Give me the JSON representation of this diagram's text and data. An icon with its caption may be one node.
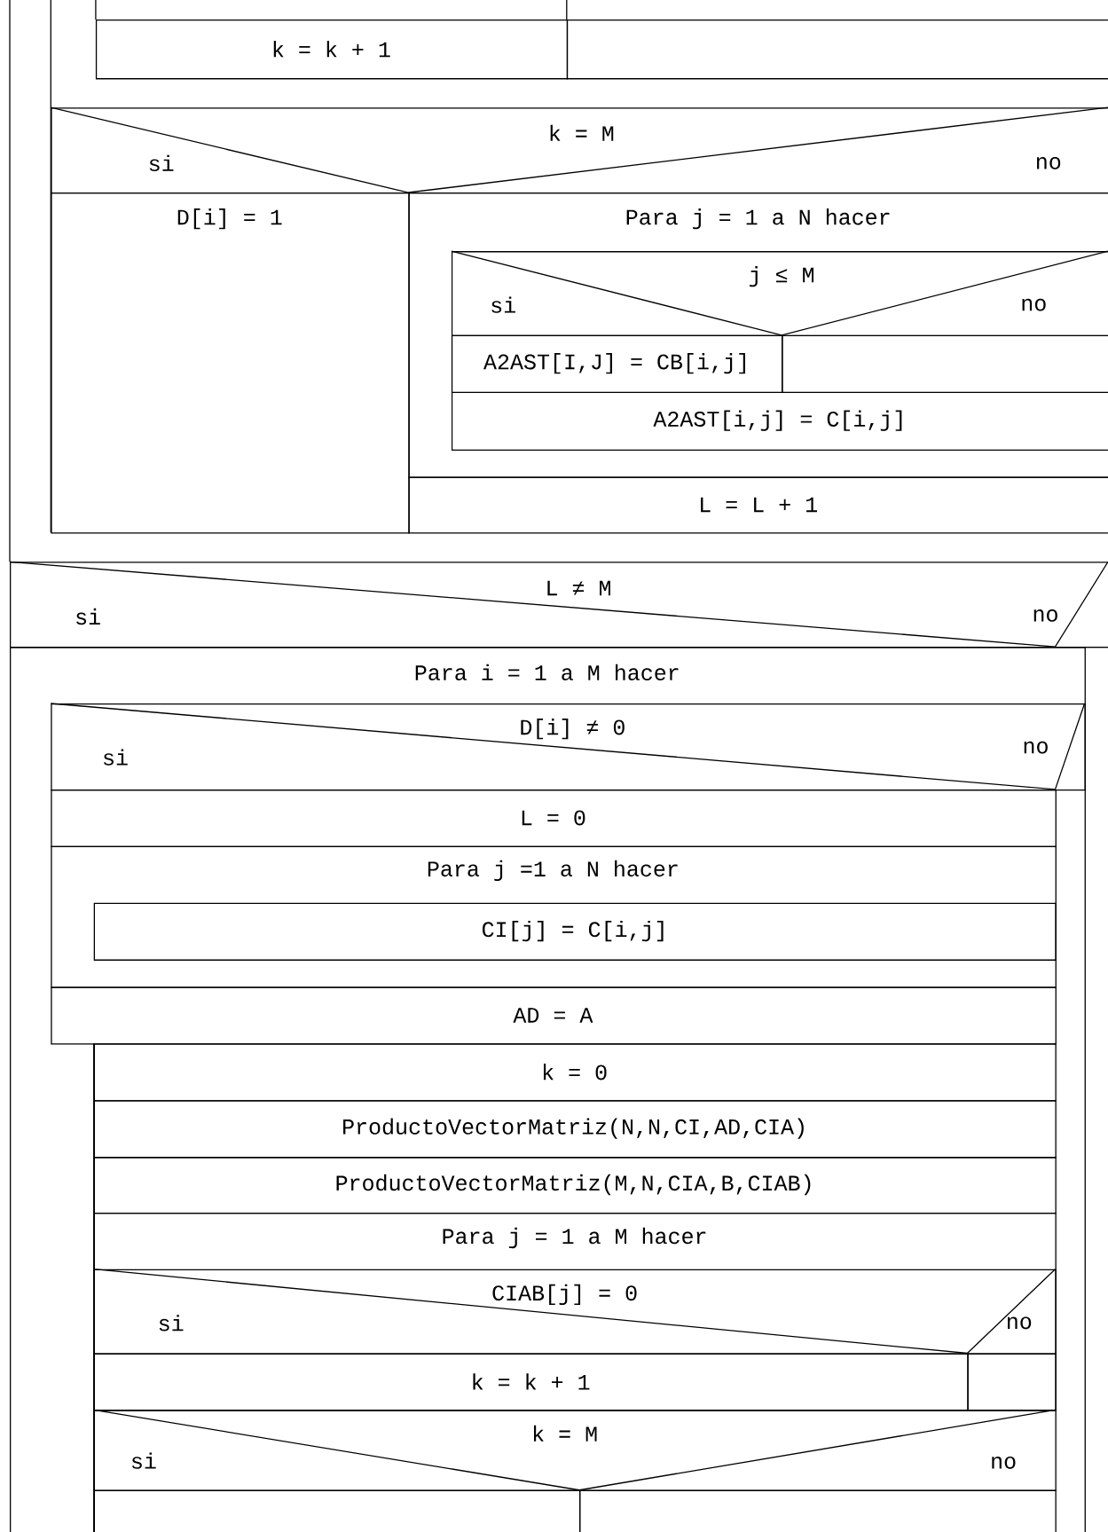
{
  "diagram": {
    "nodes": [
      {
        "text": [
          "k = k + 1"
        ]
      },
      {
        "text": [],
        "shape": "box"
      },
      {
        "text": [
          "k = M",
          "si",
          "no"
        ]
      },
      {
        "text": [
          "D[i] = 1"
        ]
      },
      {
        "text": [
          "Para j = 1 a N hacer"
        ]
      },
      {
        "text": [
          "j ≤ M",
          "si",
          "no"
        ],
        "in": 4
      },
      {
        "text": [
          "A2AST[I,J] = CB[i,j]"
        ],
        "in": 4
      },
      {
        "text": [],
        "shape": "box",
        "in": 4
      },
      {
        "text": [
          "A2AST[i,j] = C[i,j]"
        ],
        "in": 4
      },
      {
        "text": [
          "L = L + 1"
        ]
      },
      {
        "text": [
          "L ≠ M",
          "si",
          "no"
        ]
      },
      {
        "text": [
          "Para i = 1 a M hacer"
        ]
      },
      {
        "text": [
          "D[i] ≠ 0",
          "si",
          "no"
        ],
        "in": 11
      },
      {
        "text": [
          "L = 0"
        ],
        "in": 11
      },
      {
        "text": [
          "Para j =1 a N hacer"
        ],
        "in": 11
      },
      {
        "text": [
          "CI[j] = C[i,j]"
        ],
        "in": 14
      },
      {
        "text": [
          "AD = A"
        ],
        "in": 11
      },
      {
        "text": [
          "k = 0"
        ],
        "in": 11
      },
      {
        "text": [
          "ProductoVectorMatriz(N,N,CI,AD,CIA)"
        ],
        "in": 11
      },
      {
        "text": [
          "ProductoVectorMatriz(M,N,CIA,B,CIAB)"
        ],
        "in": 11
      },
      {
        "text": [
          "Para j = 1 a M hacer"
        ],
        "in": 11
      },
      {
        "text": [
          "CIAB[j] = 0",
          "si",
          "no"
        ],
        "in": 20
      },
      {
        "text": [
          "k = k + 1"
        ],
        "in": 20
      },
      {
        "text": [],
        "shape": "box",
        "in": 20
      },
      {
        "text": [
          "k = M",
          "si",
          "no"
        ],
        "in": 11
      },
      {
        "text": [],
        "shape": "box",
        "in": 11
      },
      {
        "text": [],
        "shape": "box",
        "in": 11
      }
    ]
  }
}
